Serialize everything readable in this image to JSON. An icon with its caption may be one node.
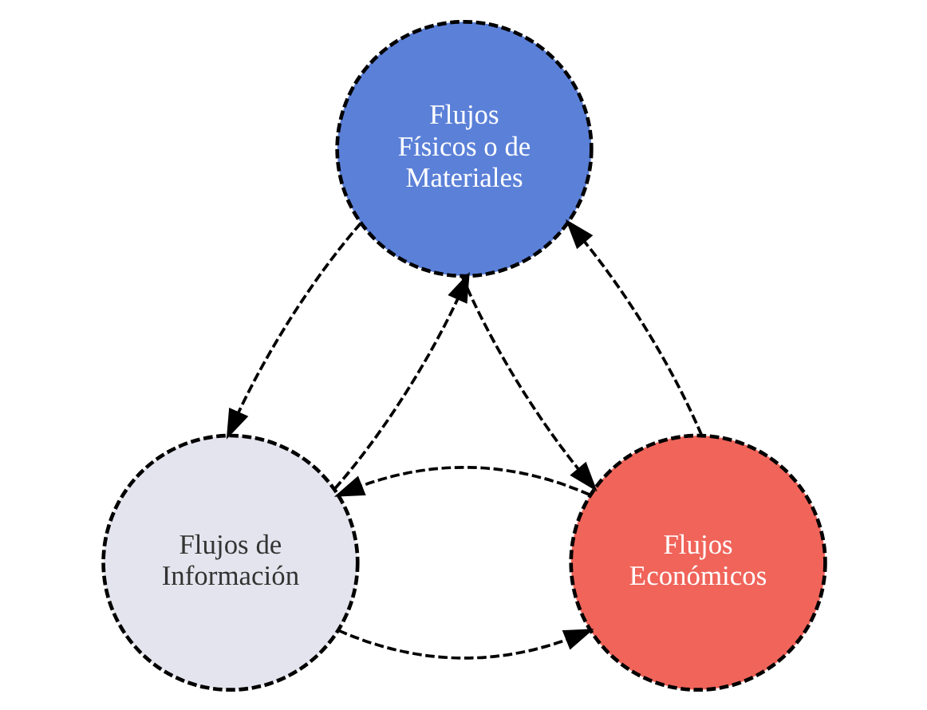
{
  "diagram": {
    "nodes": [
      {
        "text": [
          "Flujos Físicos o de Materiales"
        ]
      },
      {
        "text": [
          "Flujos de Información"
        ]
      },
      {
        "text": [
          "Flujos Económicos"
        ]
      }
    ],
    "edges": [
      {
        "from": 0,
        "to": 1,
        "arrow": "to",
        "style": "dashed"
      },
      {
        "from": 1,
        "to": 0,
        "arrow": "to",
        "style": "dashed"
      },
      {
        "from": 0,
        "to": 2,
        "arrow": "to",
        "style": "dashed"
      },
      {
        "from": 2,
        "to": 0,
        "arrow": "to",
        "style": "dashed"
      },
      {
        "from": 1,
        "to": 2,
        "arrow": "to",
        "style": "dashed"
      },
      {
        "from": 2,
        "to": 1,
        "arrow": "to",
        "style": "dashed"
      }
    ]
  }
}
